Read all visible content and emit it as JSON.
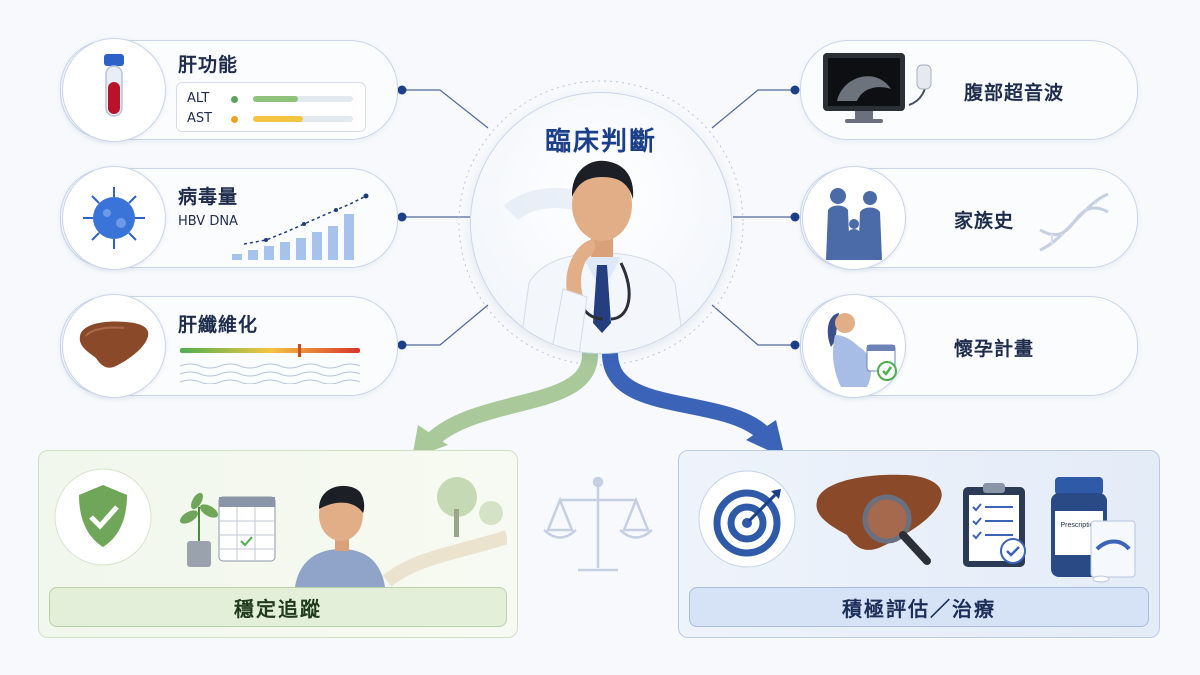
{
  "center": {
    "title": "臨床判斷"
  },
  "left_cards": [
    {
      "title": "肝功能",
      "rows": [
        {
          "label": "ALT",
          "level": 0.45,
          "color": "#5aa55a"
        },
        {
          "label": "AST",
          "level": 0.5,
          "color": "#f0a020"
        }
      ]
    },
    {
      "title": "病毒量",
      "subtitle": "HBV DNA"
    },
    {
      "title": "肝纖維化"
    }
  ],
  "right_cards": [
    {
      "title": "腹部超音波"
    },
    {
      "title": "家族史"
    },
    {
      "title": "懷孕計畫"
    }
  ],
  "bottom_left": {
    "label": "穩定追蹤"
  },
  "bottom_right": {
    "label": "積極評估／治療"
  },
  "icons": {
    "prescription_label": "Prescription"
  },
  "colors": {
    "accent_blue": "#1c3f8a",
    "green_panel": "#eef5e8",
    "blue_panel": "#e9f0fb",
    "green_arrow": "#a9c99a",
    "blue_arrow": "#3b63b8"
  }
}
